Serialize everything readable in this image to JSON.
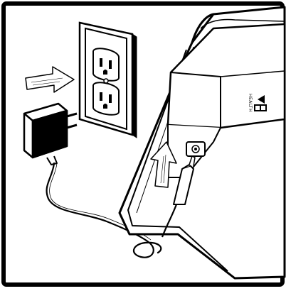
{
  "figure": {
    "brand_text": "HEALTH",
    "colors": {
      "line": "#000000",
      "paper": "#ffffff",
      "border": "#000000"
    }
  },
  "parts": [
    {
      "name": "wall-outlet",
      "icon": "outlet-icon"
    },
    {
      "name": "power-adapter",
      "icon": "plug-icon"
    },
    {
      "name": "power-cord",
      "icon": "cord-icon"
    },
    {
      "name": "device-base",
      "icon": "device-icon"
    },
    {
      "name": "plug-in-arrow",
      "icon": "arrow-right-icon"
    },
    {
      "name": "insert-arrow",
      "icon": "arrow-up-icon"
    }
  ]
}
